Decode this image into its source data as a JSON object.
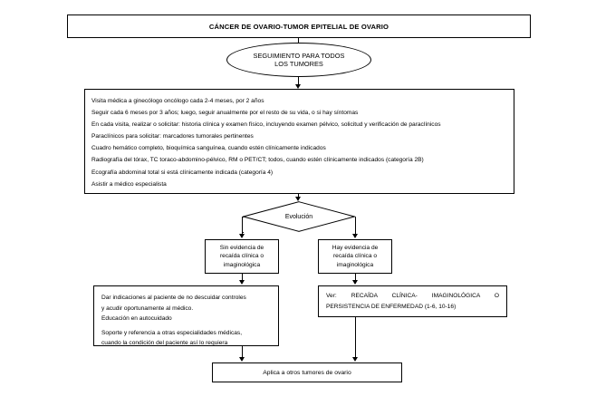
{
  "diagram": {
    "type": "flowchart",
    "title": "CÁNCER DE OVARIO-TUMOR EPITELIAL DE OVARIO",
    "start_oval": {
      "line1": "SEGUIMIENTO PARA TODOS",
      "line2": "LOS TUMORES"
    },
    "followup_items": [
      "Visita médica a ginecólogo oncólogo cada 2-4 meses, por 2 años",
      "Seguir cada 6 meses por 3 años; luego, seguir anualmente por el resto de su vida, o si hay síntomas",
      "En cada visita, realizar o solicitar: historia clínica y examen físico, incluyendo examen pélvico, solicitud y verificación de paraclínicos",
      "Paraclínicos para solicitar: marcadores tumorales pertinentes",
      "Cuadro hemático completo, bioquímica sanguínea, cuando estén clínicamente indicados",
      "Radiografía del tórax, TC toraco-abdomino-pélvico, RM o PET/CT; todos, cuando estén clínicamente indicados (categoría 2B)",
      "Ecografía abdominal total si está clínicamente indicada (categoría 4)",
      "Asistir a médico especialista"
    ],
    "decision": {
      "label": "Evolución"
    },
    "branch_left": {
      "lines": [
        "Sin evidencia de",
        "recaída clínica o",
        "imaginológica"
      ]
    },
    "branch_right": {
      "lines": [
        "Hay evidencia de",
        "recaída clínica o",
        "imaginológica"
      ]
    },
    "action_left": {
      "lines": [
        "Dar indicaciones al paciente de no descuidar controles",
        "y acudir oportunamente al médico.",
        "Educación en autocuidado"
      ],
      "lines2": [
        "Soporte y referencia a otras especialidades médicas,",
        "cuando la condición del paciente así lo requiera"
      ]
    },
    "action_right": {
      "line1": "Ver: RECAÍDA CLÍNICA- IMAGINOLÓGICA O",
      "line2": "PERSISTENCIA DE ENFERMEDAD (1-6, 10-16)"
    },
    "final": {
      "label": "Aplica a otros tumores de ovario"
    },
    "colors": {
      "stroke": "#000000",
      "background": "#ffffff",
      "text": "#000000"
    }
  }
}
